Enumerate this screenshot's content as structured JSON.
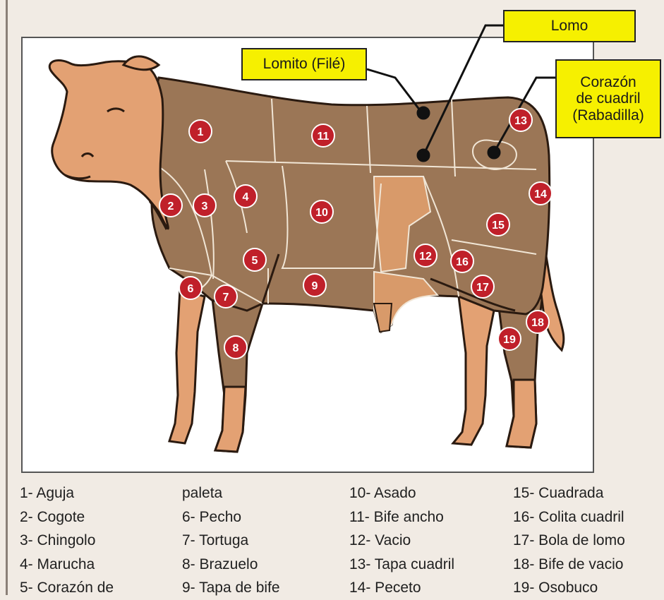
{
  "callouts": {
    "lomito": "Lomito (Filé)",
    "lomo": "Lomo",
    "corazon": [
      "Corazón",
      "de cuadril",
      "(Rabadilla)"
    ]
  },
  "cut_numbers": [
    "1",
    "2",
    "3",
    "4",
    "5",
    "6",
    "7",
    "8",
    "9",
    "10",
    "11",
    "12",
    "13",
    "14",
    "15",
    "16",
    "17",
    "18",
    "19"
  ],
  "legend": [
    [
      "1- Aguja",
      "2- Cogote",
      "3- Chingolo",
      "4- Marucha",
      "5- Corazón de"
    ],
    [
      "paleta",
      "6- Pecho",
      "7- Tortuga",
      "8- Brazuelo",
      "9- Tapa de bife"
    ],
    [
      "10- Asado",
      "11- Bife ancho",
      "12- Vacio",
      "13- Tapa cuadril",
      "14- Peceto"
    ],
    [
      "15- Cuadrada",
      "16- Colita cuadril",
      "17- Bola de lomo",
      "18- Bife de vacio",
      "19- Osobuco"
    ]
  ],
  "colors": {
    "meat": "#9b7656",
    "skin": "#e3a173",
    "light_meat": "#d89a6a",
    "badge": "#c0202a",
    "callout": "#f6f000"
  }
}
